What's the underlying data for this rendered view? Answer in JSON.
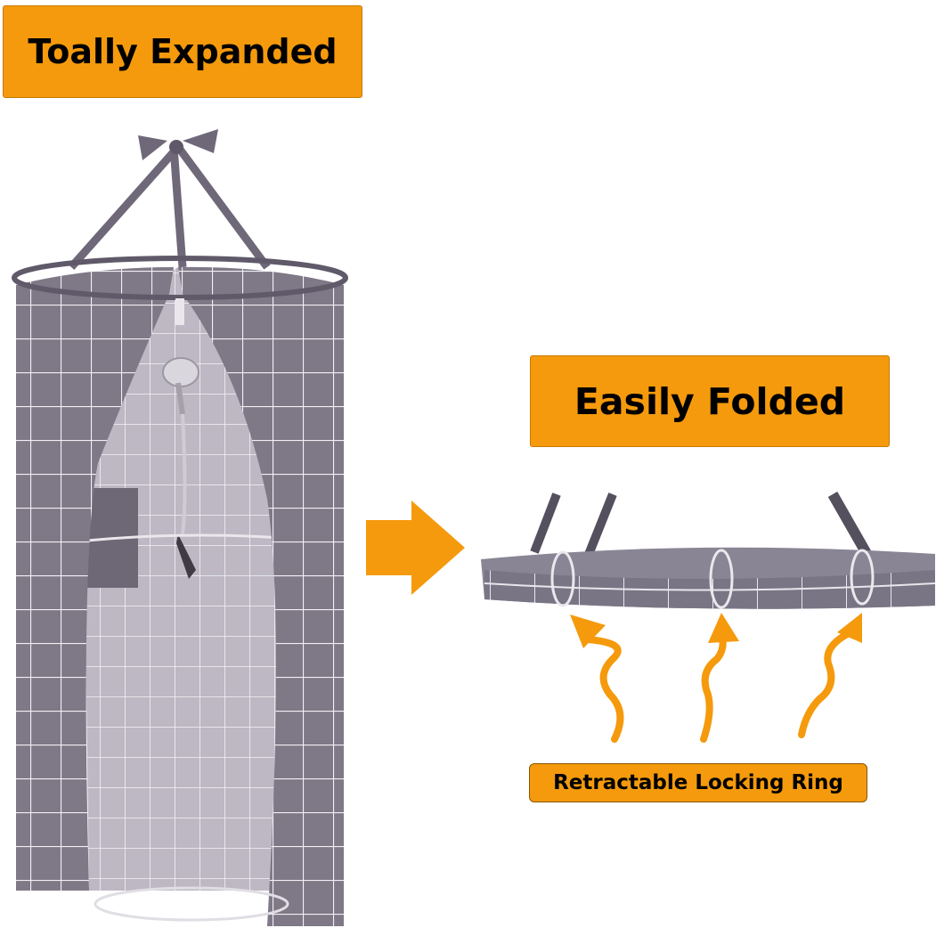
{
  "labels": {
    "expanded": "Toally Expanded",
    "folded": "Easily Folded",
    "ring": "Retractable Locking Ring"
  },
  "colors": {
    "label_bg": "#f59a0c",
    "fabric": "#7e7887",
    "fabric_dark": "#6b6574",
    "grid": "#ffffff",
    "arrow": "#f59a0c"
  },
  "icons": {
    "direction_arrow": "right-arrow-icon",
    "ring_pointers": "wavy-up-arrow-icon"
  }
}
